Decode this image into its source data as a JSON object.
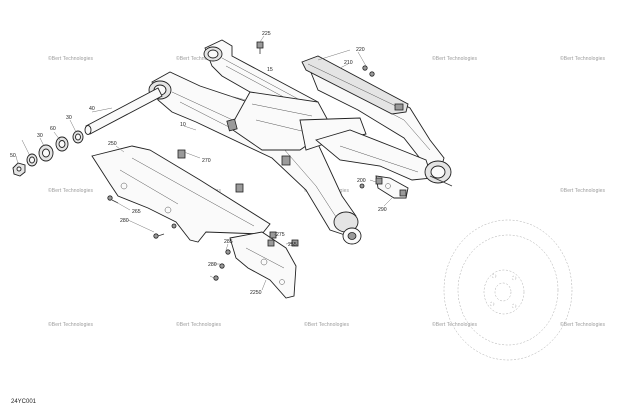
{
  "diagram_code": "24YC001",
  "watermark": "©Bert Technologies",
  "callouts": {
    "c10": "10",
    "c15": "15",
    "c30a": "30",
    "c30b": "30",
    "c40": "40",
    "c50": "50",
    "c60": "60",
    "c200": "200",
    "c210": "210",
    "c220": "220",
    "c225": "225",
    "c250": "250",
    "c255": "255",
    "c260": "260",
    "c265": "265",
    "c270": "270",
    "c275": "275",
    "c280": "280",
    "c285": "285",
    "c290": "290",
    "c2250": "2250"
  }
}
